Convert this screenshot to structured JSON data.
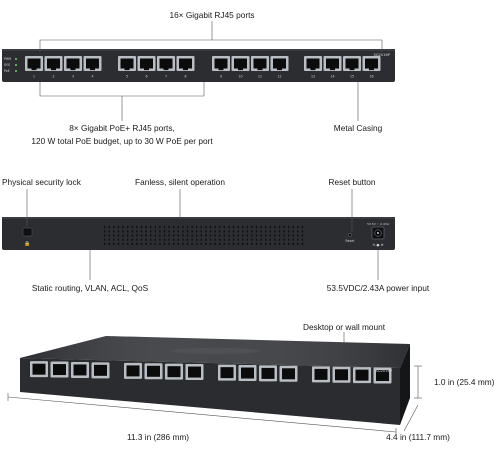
{
  "colors": {
    "chassis": "#2b2d30",
    "chassis_dark": "#1c1d1f",
    "port_frame": "#b9bec4",
    "port_hole": "#0c0c0d",
    "leader": "#555555"
  },
  "front": {
    "model": "SG2016P",
    "left_labels": [
      "PWR",
      "SYS",
      "PoE"
    ],
    "port_numbers": [
      "1",
      "2",
      "3",
      "4",
      "5",
      "6",
      "7",
      "8",
      "9",
      "10",
      "11",
      "12",
      "13",
      "14",
      "15",
      "16"
    ]
  },
  "rear": {
    "power_spec": "53.5V ⎓ 2.43A",
    "reset_label": "Reset"
  },
  "callouts": {
    "ports_16": "16× Gigabit RJ45 ports",
    "poe_line1": "8× Gigabit PoE+ RJ45 ports,",
    "poe_line2": "120 W total PoE budget, up to 30 W PoE per port",
    "metal": "Metal Casing",
    "lock": "Physical security lock",
    "fanless": "Fanless, silent operation",
    "reset": "Reset button",
    "routing": "Static routing, VLAN, ACL, QoS",
    "power": "53.5VDC/2.43A power input",
    "mount": "Desktop or wall mount",
    "height": "1.0 in (25.4 mm)",
    "width": "11.3 in (286 mm)",
    "depth": "4.4 in (111.7 mm)"
  }
}
